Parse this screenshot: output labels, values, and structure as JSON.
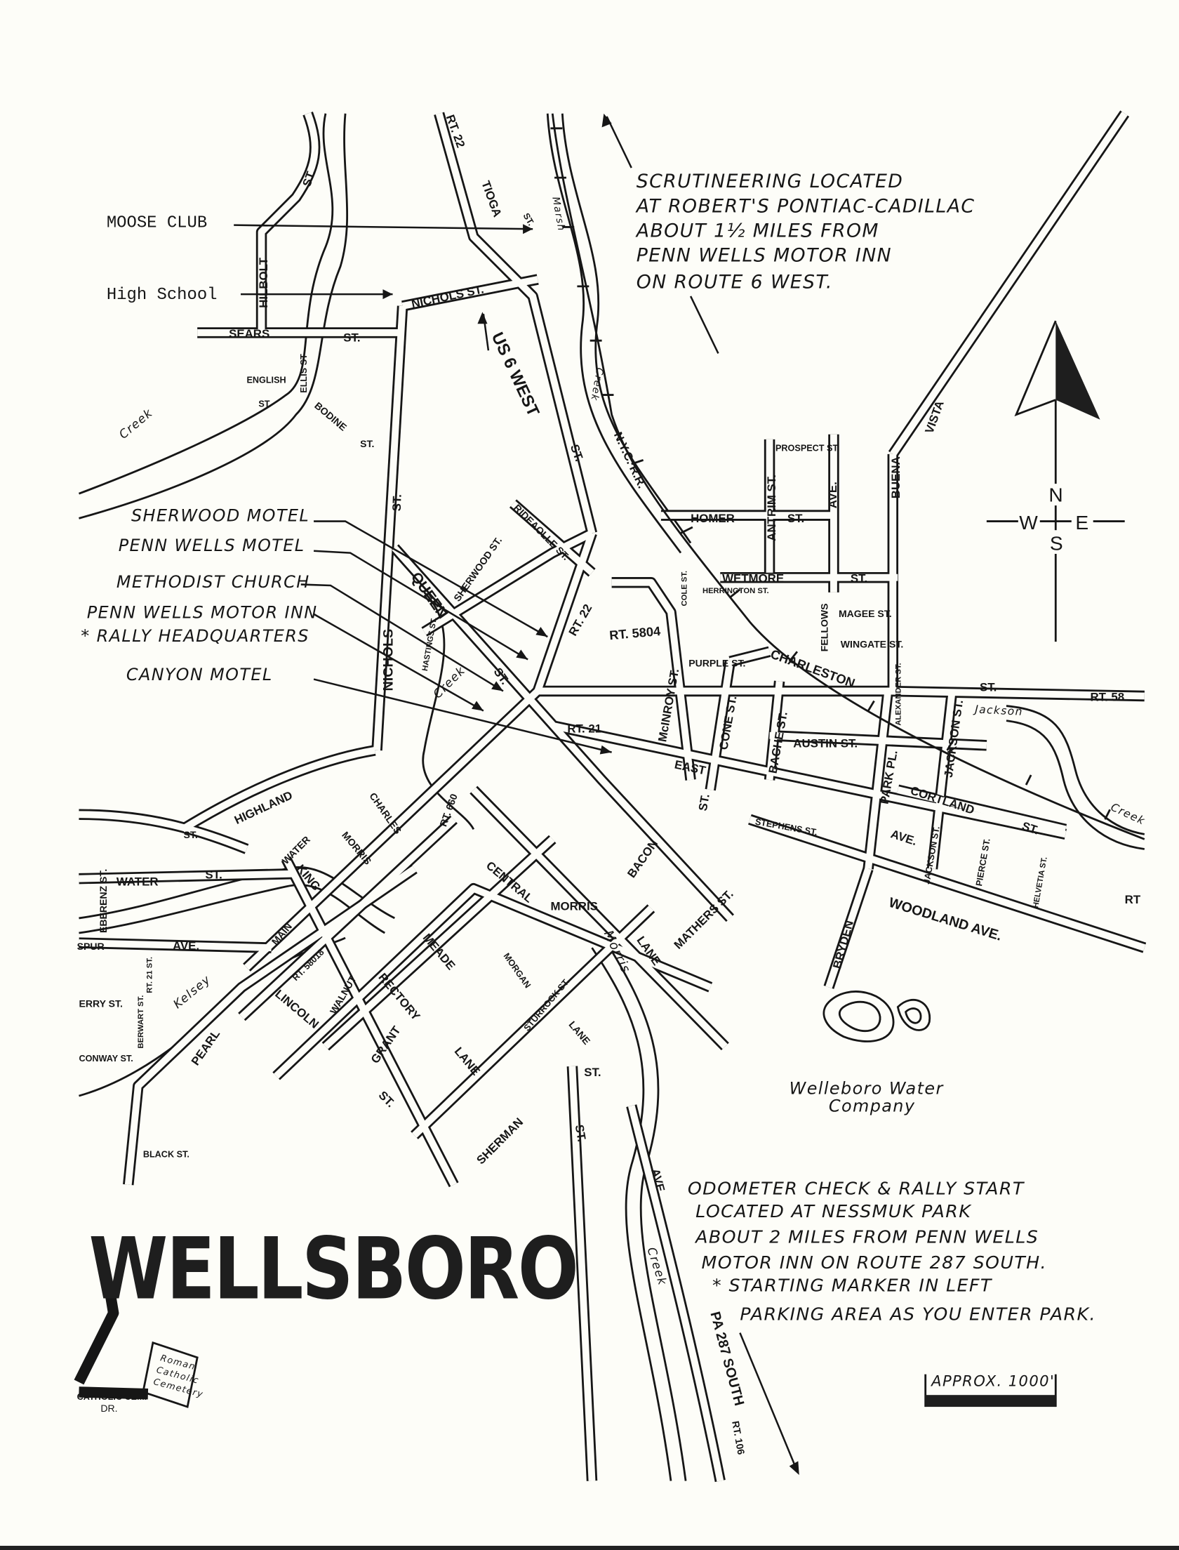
{
  "map": {
    "title": "WELLSBORO",
    "landmarks": {
      "moose_club": "MOOSE CLUB",
      "high_school": "High School"
    },
    "callouts": {
      "sherwood_motel": "SHERWOOD MOTEL",
      "penn_wells_motel": "PENN WELLS MOTEL",
      "methodist_church": "METHODIST CHURCH",
      "penn_wells_motor_inn": "PENN WELLS MOTOR INN",
      "rally_headquarters": "* RALLY HEADQUARTERS",
      "canyon_motel": "CANYON MOTEL"
    },
    "scrutineering_note": [
      "SCRUTINEERING LOCATED",
      "AT ROBERT'S PONTIAC-CADILLAC",
      "ABOUT 1½ MILES FROM",
      "PENN WELLS MOTOR INN",
      "ON ROUTE 6 WEST."
    ],
    "start_note": [
      "ODOMETER CHECK & RALLY START",
      "LOCATED AT NESSMUK PARK",
      "ABOUT 2 MILES FROM PENN WELLS",
      "MOTOR INN ON ROUTE 287 SOUTH.",
      "* STARTING MARKER IN LEFT",
      "PARKING AREA AS YOU ENTER PARK."
    ],
    "water_company": [
      "Welleboro   Water",
      "Company"
    ],
    "cemetery": [
      "Roman",
      "Catholic",
      "Cemetery"
    ],
    "cemetery_road": [
      "CATHOLIC CEM.",
      "DR."
    ],
    "scale": "APPROX. 1000'",
    "compass": {
      "n": "N",
      "w": "W",
      "e": "E",
      "s": "S"
    },
    "streets": [
      "NICHOLS ST.",
      "SEARS",
      "ST.",
      "ENGLISH",
      "ST.",
      "ELLIS ST",
      "BODINE",
      "ST.",
      "HILBOLT",
      "ST.",
      "RT. 22",
      "TIOGA",
      "ST.",
      "US 6 WEST",
      "N.Y.C. R.R.",
      "HOMER",
      "ST.",
      "ANTRIM ST.",
      "PROSPECT ST.",
      "AVE.",
      "BUENA",
      "VISTA",
      "WETMORE",
      "ST.",
      "HERRINGTON ST.",
      "FELLOWS",
      "MAGEE ST.",
      "WINGATE ST.",
      "CHARLESTON",
      "RT. 5804",
      "COLE ST.",
      "PURPLE ST.",
      "McINROY ST.",
      "CONE ST.",
      "BACHE ST.",
      "AUSTIN ST.",
      "ALEXANDER ST.",
      "PARK PL.",
      "JACKSON ST.",
      "CORTLAND",
      "ST.",
      "AVE.",
      "ST.",
      "RT. 58",
      "Jackson",
      "EAST",
      "ST.",
      "STEPHENS ST.",
      "WOODLAND AVE.",
      "BRYDEN",
      "JACKSON ST.",
      "PIERCE ST.",
      "HELVETIA ST.",
      "RT",
      "BACON",
      "MATHERS ST.",
      "MORRIS",
      "LANE",
      "Morris",
      "CENTRAL",
      "MEADE",
      "MORGAN",
      "STURROCK ST.",
      "LANE",
      "RECTORY",
      "LANE",
      "GRANT",
      "LINCOLN",
      "ST.",
      "SHERMAN",
      "PEARL",
      "WALNUT",
      "KING",
      "MAIN",
      "RT. 58018",
      "WATER",
      "ST.",
      "EBERENZ ST.",
      "SPUR",
      "AVE.",
      "CHARLES",
      "MORRIS",
      "WATER",
      "HIGHLAND",
      "ST.",
      "RT. 21",
      "RT. 660",
      "QUEEN",
      "ST.",
      "SHERWOOD ST.",
      "RIDEAOLLE ST.",
      "HASTINGS ST.",
      "NICHOLS",
      "ST.",
      "RT. 22",
      "Creek",
      "Creek",
      "Creek",
      "Kelsey",
      "ERRY ST.",
      "CONWAY ST.",
      "BLACK ST.",
      "PA 287 SOUTH",
      "RT. 106",
      "AVE.",
      "ST.",
      "Creek",
      "Marsh",
      "Creek",
      "ST.",
      "ST.",
      "BERWART ST.",
      "RT. 21 ST."
    ]
  }
}
